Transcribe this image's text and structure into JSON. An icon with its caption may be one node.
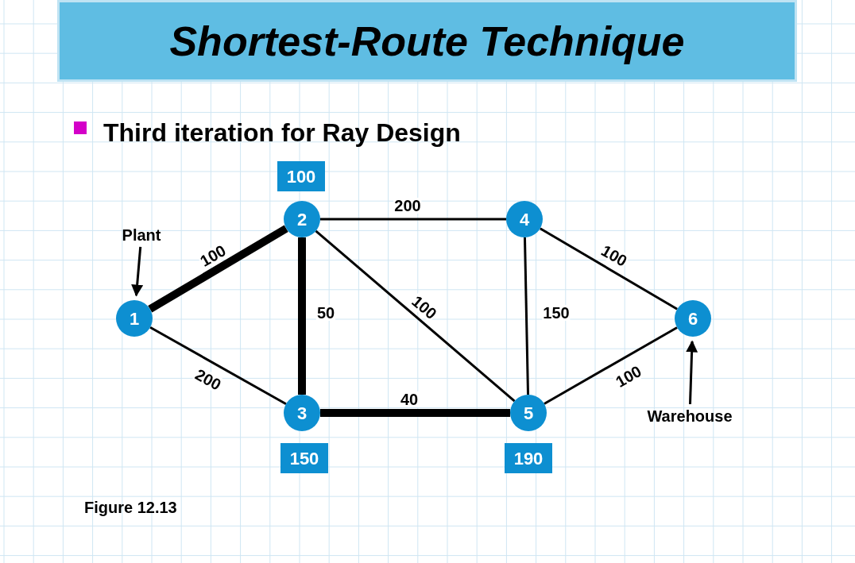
{
  "diagram": {
    "title": "Shortest-Route Technique",
    "caption": "Figure 12.13",
    "nodes": [
      {
        "text": [
          "1"
        ]
      },
      {
        "text": [
          "2"
        ]
      },
      {
        "text": [
          "3"
        ]
      },
      {
        "text": [
          "4"
        ]
      },
      {
        "text": [
          "5"
        ]
      },
      {
        "text": [
          "6"
        ]
      },
      {
        "text": [
          "100"
        ]
      },
      {
        "text": [
          "150"
        ]
      },
      {
        "text": [
          "190"
        ]
      },
      {
        "text": [
          "Plant"
        ]
      },
      {
        "text": [
          "Warehouse"
        ]
      }
    ],
    "edges": [
      {
        "from": 0,
        "to": 1,
        "arrow": "none",
        "label": "100",
        "style": "thick"
      },
      {
        "from": 0,
        "to": 2,
        "arrow": "none",
        "label": "200"
      },
      {
        "from": 1,
        "to": 2,
        "arrow": "none",
        "label": "50",
        "style": "thick"
      },
      {
        "from": 1,
        "to": 3,
        "arrow": "none",
        "label": "200"
      },
      {
        "from": 1,
        "to": 4,
        "arrow": "none",
        "label": "100"
      },
      {
        "from": 2,
        "to": 4,
        "arrow": "none",
        "label": "40",
        "style": "thick"
      },
      {
        "from": 3,
        "to": 4,
        "arrow": "none",
        "label": "150"
      },
      {
        "from": 3,
        "to": 5,
        "arrow": "none",
        "label": "100"
      },
      {
        "from": 4,
        "to": 5,
        "arrow": "none",
        "label": "100"
      },
      {
        "from": 9,
        "to": 0,
        "arrow": "to"
      },
      {
        "from": 10,
        "to": 5,
        "arrow": "to"
      }
    ],
    "labels": [
      "Third iteration for Ray Design"
    ]
  }
}
